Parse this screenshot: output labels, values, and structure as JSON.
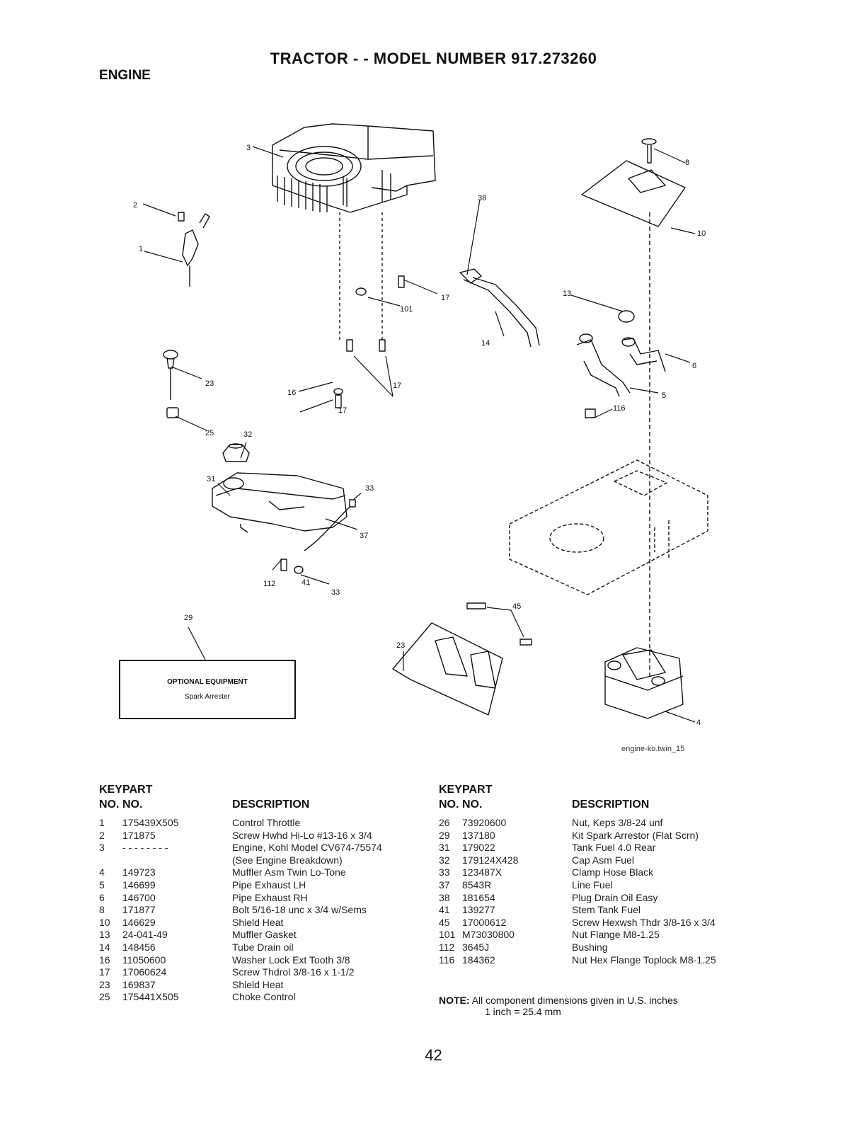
{
  "header": {
    "title": "TRACTOR - - MODEL NUMBER 917.273260",
    "section": "ENGINE"
  },
  "diagram": {
    "callouts": [
      "3",
      "2",
      "1",
      "38",
      "8",
      "10",
      "13",
      "17",
      "101",
      "14",
      "6",
      "23",
      "16",
      "17",
      "5",
      "116",
      "25",
      "32",
      "31",
      "33",
      "37",
      "112",
      "41",
      "33",
      "45",
      "23",
      "4",
      "29",
      "17"
    ],
    "optional_box": {
      "title": "OPTIONAL EQUIPMENT",
      "item": "Spark Arrester"
    },
    "figure_id": "engine-ko.twin_15"
  },
  "table_left": {
    "headers": {
      "key_top": "KEY",
      "key": "NO.",
      "part_top": "PART",
      "part": "NO.",
      "desc": "DESCRIPTION"
    },
    "rows": [
      {
        "key": "1",
        "part": "175439X505",
        "desc": "Control Throttle"
      },
      {
        "key": "2",
        "part": "171875",
        "desc": "Screw Hwhd Hi-Lo #13-16 x 3/4"
      },
      {
        "key": "3",
        "part": "- - - - - - - -",
        "desc": "Engine, Kohl Model CV674-75574"
      },
      {
        "key": "",
        "part": "",
        "desc": "(See Engine Breakdown)"
      },
      {
        "key": "4",
        "part": "149723",
        "desc": "Muffler Asm Twin Lo-Tone"
      },
      {
        "key": "5",
        "part": "146699",
        "desc": "Pipe Exhaust LH"
      },
      {
        "key": "6",
        "part": "146700",
        "desc": "Pipe Exhaust RH"
      },
      {
        "key": "8",
        "part": "171877",
        "desc": "Bolt 5/16-18 unc x 3/4 w/Sems"
      },
      {
        "key": "10",
        "part": "146629",
        "desc": "Shield Heat"
      },
      {
        "key": "13",
        "part": "24-041-49",
        "desc": "Muffler Gasket"
      },
      {
        "key": "14",
        "part": "148456",
        "desc": "Tube Drain oil"
      },
      {
        "key": "16",
        "part": "11050600",
        "desc": "Washer Lock Ext Tooth 3/8"
      },
      {
        "key": "17",
        "part": "17060624",
        "desc": "Screw Thdrol 3/8-16 x 1-1/2"
      },
      {
        "key": "23",
        "part": "169837",
        "desc": "Shield Heat"
      },
      {
        "key": "25",
        "part": "175441X505",
        "desc": "Choke Control"
      }
    ]
  },
  "table_right": {
    "headers": {
      "key_top": "KEY",
      "key": "NO.",
      "part_top": "PART",
      "part": "NO.",
      "desc": "DESCRIPTION"
    },
    "rows": [
      {
        "key": "26",
        "part": "73920600",
        "desc": "Nut, Keps 3/8-24 unf"
      },
      {
        "key": "29",
        "part": "137180",
        "desc": "Kit Spark Arrestor (Flat Scrn)"
      },
      {
        "key": "31",
        "part": "179022",
        "desc": "Tank Fuel 4.0 Rear"
      },
      {
        "key": "32",
        "part": "179124X428",
        "desc": "Cap Asm Fuel"
      },
      {
        "key": "33",
        "part": "123487X",
        "desc": "Clamp Hose Black"
      },
      {
        "key": "37",
        "part": "8543R",
        "desc": "Line Fuel"
      },
      {
        "key": "38",
        "part": "181654",
        "desc": "Plug Drain Oil Easy"
      },
      {
        "key": "41",
        "part": "139277",
        "desc": "Stem Tank Fuel"
      },
      {
        "key": "45",
        "part": "17000612",
        "desc": "Screw Hexwsh Thdr 3/8-16 x 3/4"
      },
      {
        "key": "101",
        "part": "M73030800",
        "desc": "Nut Flange M8-1.25"
      },
      {
        "key": "112",
        "part": "3645J",
        "desc": "Bushing"
      },
      {
        "key": "116",
        "part": "184362",
        "desc": "Nut Hex Flange Toplock M8-1.25"
      }
    ]
  },
  "note": {
    "label": "NOTE:",
    "line1": "All component dimensions given in U.S. inches",
    "line2": "1 inch = 25.4 mm"
  },
  "page_number": "42"
}
